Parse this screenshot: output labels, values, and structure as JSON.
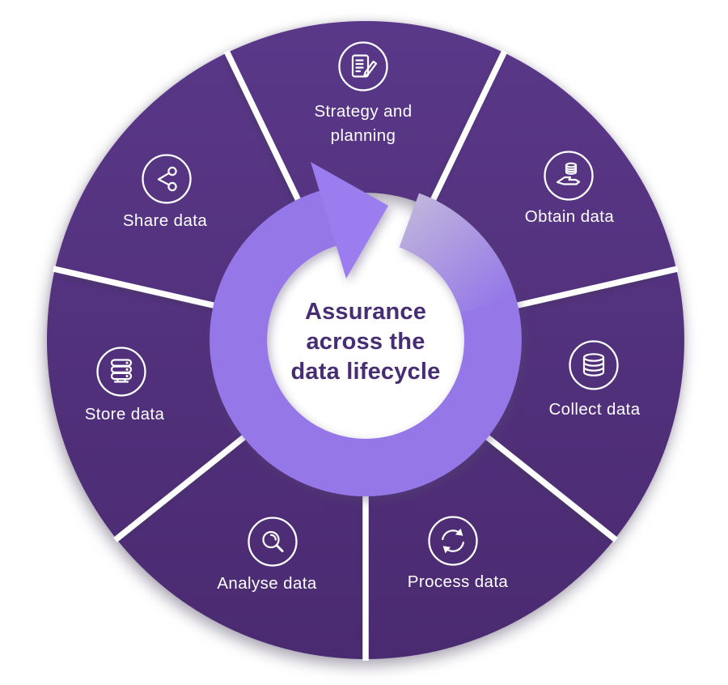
{
  "diagram_title": "Assurance across the data lifecycle",
  "center": {
    "lines": [
      "Assurance",
      "across the",
      "data lifecycle"
    ]
  },
  "segments": [
    {
      "id": "strategy-planning",
      "label_lines": [
        "Strategy and",
        "planning"
      ],
      "icon": "document-pencil-icon"
    },
    {
      "id": "obtain-data",
      "label_lines": [
        "Obtain data"
      ],
      "icon": "hand-coins-icon"
    },
    {
      "id": "collect-data",
      "label_lines": [
        "Collect data"
      ],
      "icon": "database-icon"
    },
    {
      "id": "process-data",
      "label_lines": [
        "Process data"
      ],
      "icon": "sync-arrows-icon"
    },
    {
      "id": "analyse-data",
      "label_lines": [
        "Analyse data"
      ],
      "icon": "magnifier-icon"
    },
    {
      "id": "store-data",
      "label_lines": [
        "Store data"
      ],
      "icon": "server-stack-icon"
    },
    {
      "id": "share-data",
      "label_lines": [
        "Share data"
      ],
      "icon": "share-nodes-icon"
    }
  ],
  "colors": {
    "segment_top": "#5a3889",
    "segment_bottom": "#4a2a70",
    "ring": "#9577e8",
    "arrowhead": "#9b7df0",
    "divider": "#ffffff",
    "label_text": "#ffffff",
    "center_text": "#472e74",
    "icon_stroke": "#ffffff"
  }
}
